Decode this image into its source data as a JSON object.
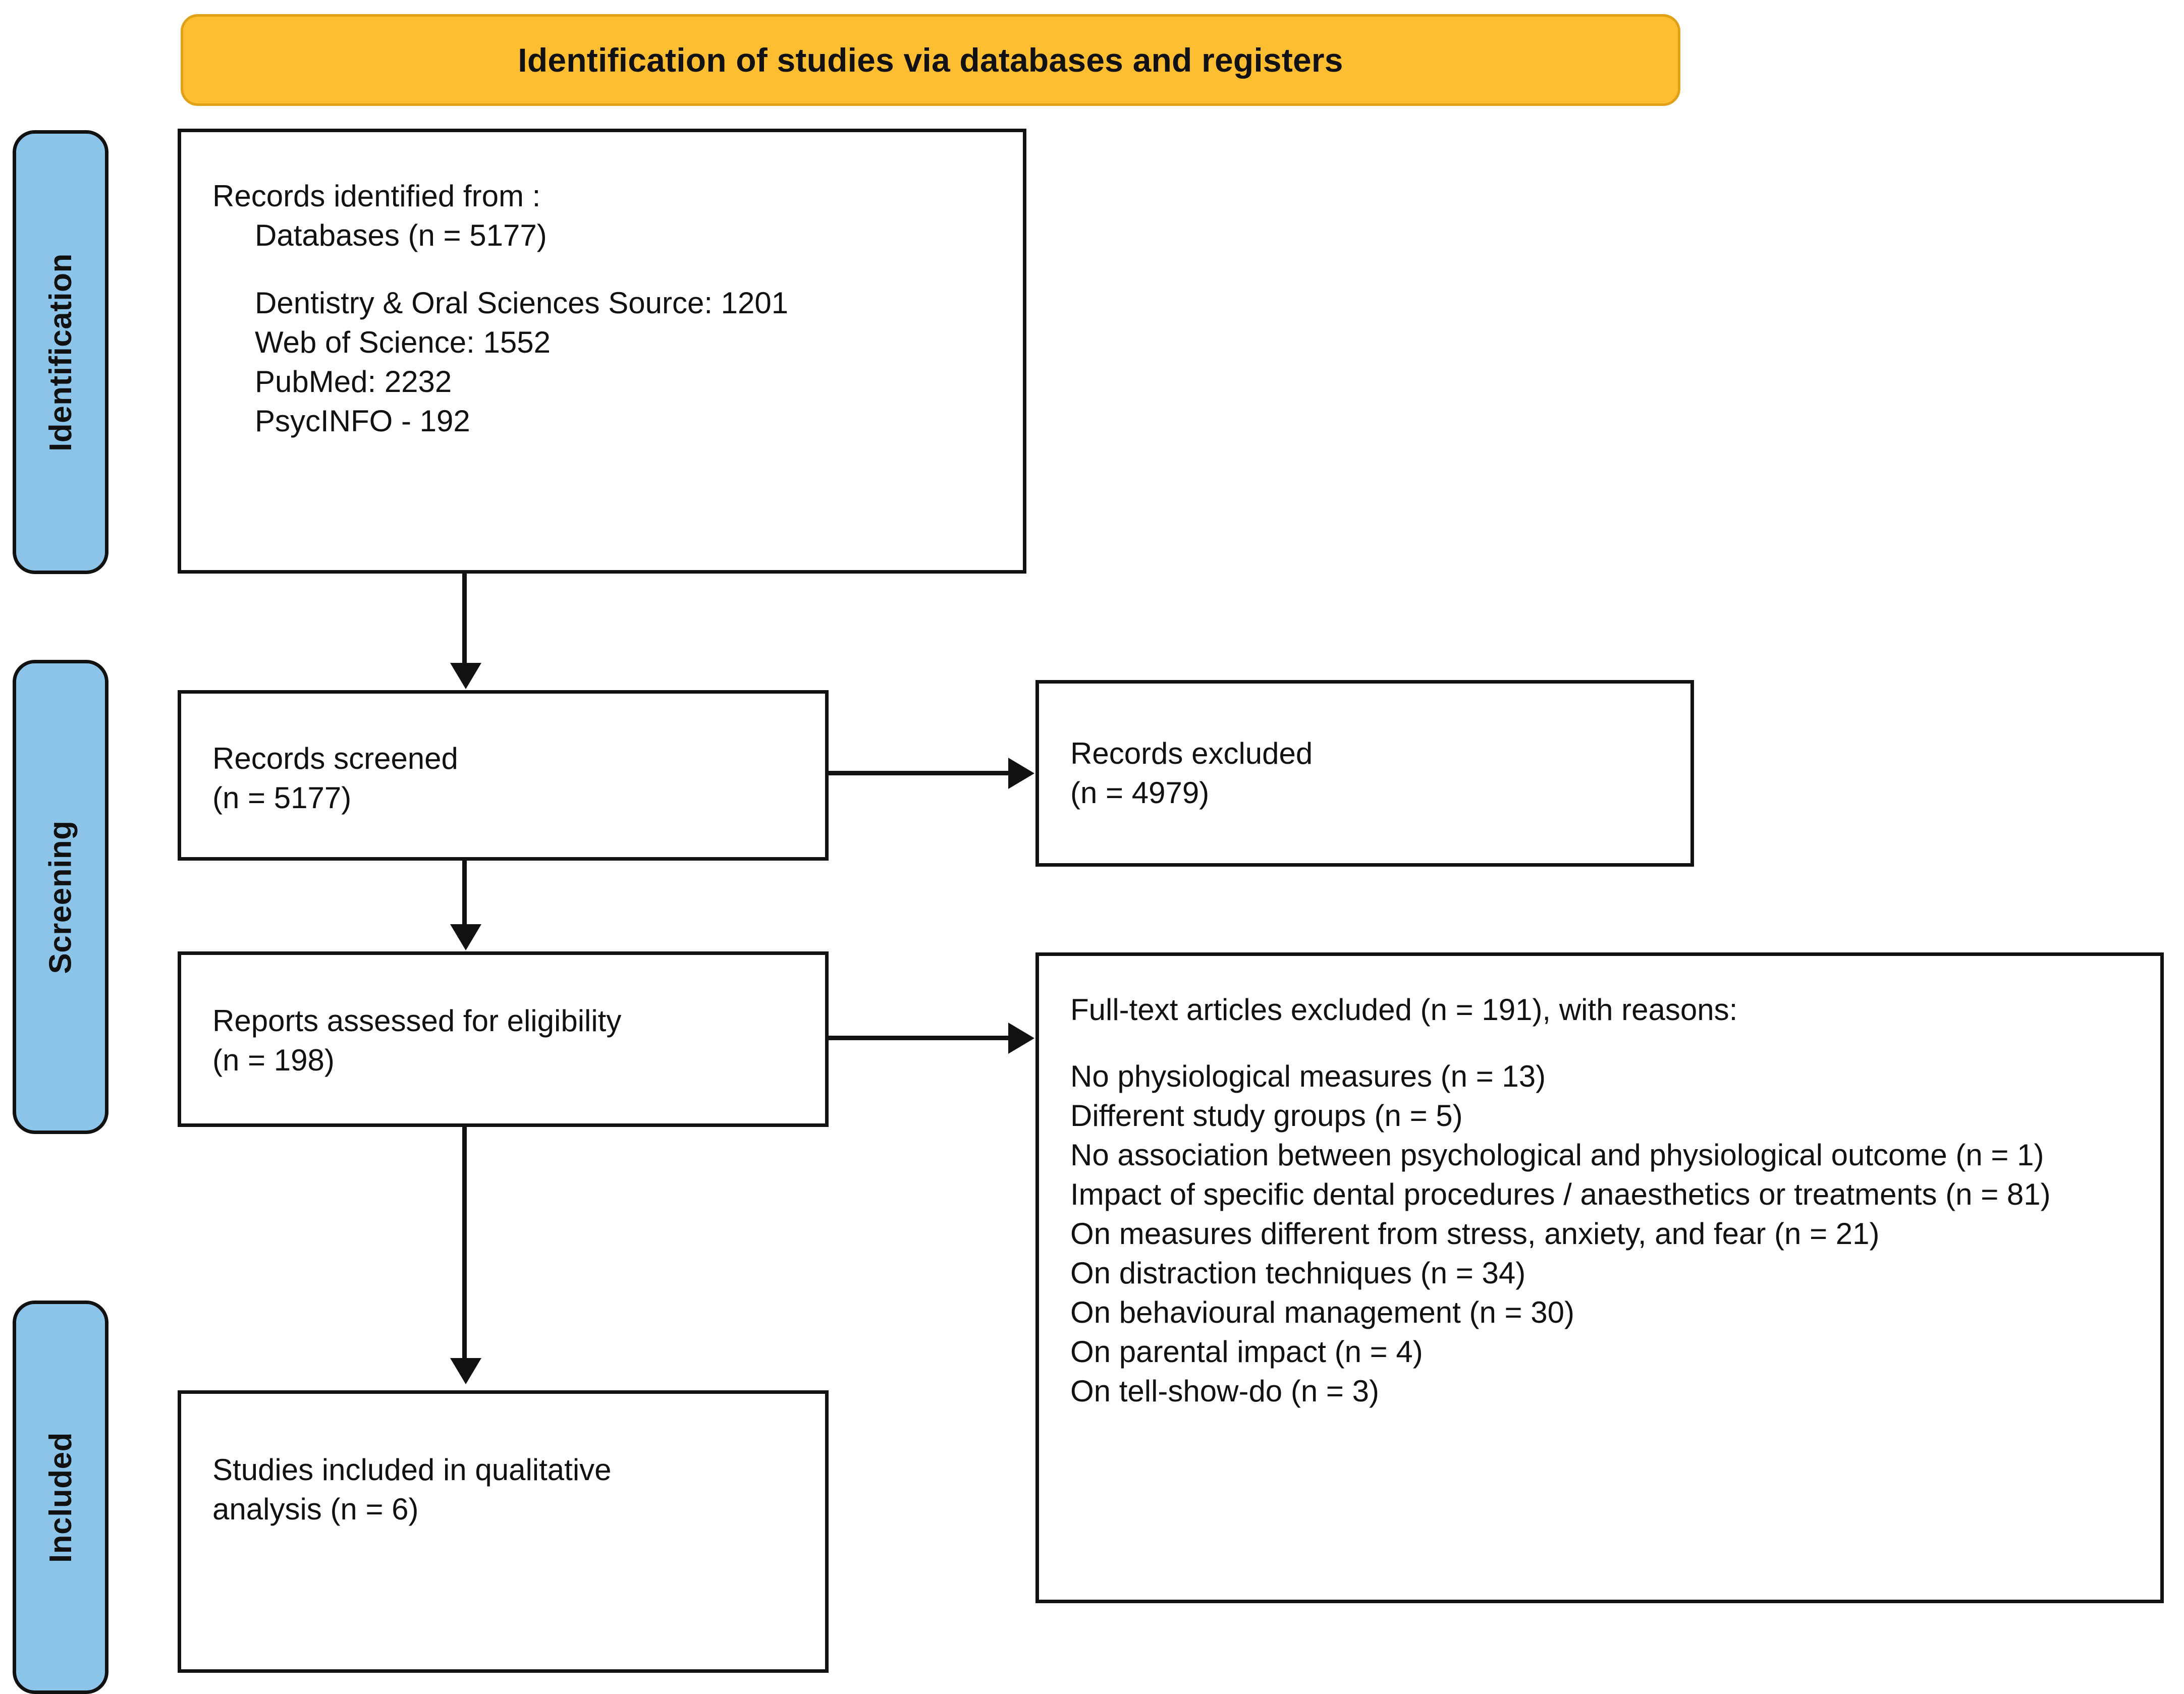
{
  "banner": {
    "title": "Identification of studies via databases and registers",
    "fill": "#FDBE31",
    "stroke": "#E0A017"
  },
  "stages": {
    "fill": "#8CC5E9",
    "stroke": "#111111",
    "items": [
      {
        "label": "Identification"
      },
      {
        "label": "Screening"
      },
      {
        "label": "Included"
      }
    ]
  },
  "boxes": {
    "identified": {
      "heading": "Records identified from :",
      "subline": "Databases (n = 5177)",
      "sources": [
        "Dentistry & Oral Sciences Source: 1201",
        "Web of Science: 1552",
        "PubMed: 2232",
        "PsycINFO - 192"
      ]
    },
    "screened": {
      "line1": "Records screened",
      "line2": "(n = 5177)"
    },
    "excluded": {
      "line1": "Records excluded",
      "line2": "(n = 4979)"
    },
    "eligibility": {
      "line1": "Reports assessed for eligibility",
      "line2": "(n = 198)"
    },
    "reasons": {
      "heading": "Full-text articles excluded (n = 191), with reasons:",
      "items": [
        "No physiological measures (n = 13)",
        "Different study groups (n = 5)",
        "No association between psychological and physiological outcome (n = 1)",
        "Impact of specific dental procedures / anaesthetics or treatments (n = 81)",
        "On measures different from stress, anxiety, and fear (n = 21)",
        "On distraction techniques (n = 34)",
        "On behavioural management (n = 30)",
        "On parental impact (n = 4)",
        "On tell-show-do (n = 3)"
      ]
    },
    "included": {
      "line1": "Studies included in qualitative",
      "line2": "analysis (n = 6)"
    }
  },
  "chart_data": {
    "type": "diagram",
    "title": "Identification of studies via databases and registers",
    "nodes": [
      {
        "id": "identified",
        "stage": "Identification",
        "label": "Records identified from : Databases",
        "n": 5177
      },
      {
        "id": "screened",
        "stage": "Screening",
        "label": "Records screened",
        "n": 5177
      },
      {
        "id": "excluded",
        "stage": "Screening",
        "label": "Records excluded",
        "n": 4979
      },
      {
        "id": "eligibility",
        "stage": "Screening",
        "label": "Reports assessed for eligibility",
        "n": 198
      },
      {
        "id": "reasons",
        "stage": "Screening",
        "label": "Full-text articles excluded",
        "n": 191
      },
      {
        "id": "included",
        "stage": "Included",
        "label": "Studies included in qualitative analysis",
        "n": 6
      }
    ],
    "edges": [
      {
        "from": "identified",
        "to": "screened"
      },
      {
        "from": "screened",
        "to": "excluded"
      },
      {
        "from": "screened",
        "to": "eligibility"
      },
      {
        "from": "eligibility",
        "to": "reasons"
      },
      {
        "from": "eligibility",
        "to": "included"
      }
    ],
    "database_counts": [
      {
        "source": "Dentistry & Oral Sciences Source",
        "count": 1201
      },
      {
        "source": "Web of Science",
        "count": 1552
      },
      {
        "source": "PubMed",
        "count": 2232
      },
      {
        "source": "PsycINFO",
        "count": 192
      }
    ],
    "exclusion_reasons": [
      {
        "reason": "No physiological measures",
        "n": 13
      },
      {
        "reason": "Different study groups",
        "n": 5
      },
      {
        "reason": "No association between psychological and physiological outcome",
        "n": 1
      },
      {
        "reason": "Impact of specific dental procedures / anaesthetics or treatments",
        "n": 81
      },
      {
        "reason": "On measures different from stress, anxiety, and fear",
        "n": 21
      },
      {
        "reason": "On distraction techniques",
        "n": 34
      },
      {
        "reason": "On behavioural management",
        "n": 30
      },
      {
        "reason": "On parental impact",
        "n": 4
      },
      {
        "reason": "On tell-show-do",
        "n": 3
      }
    ]
  }
}
